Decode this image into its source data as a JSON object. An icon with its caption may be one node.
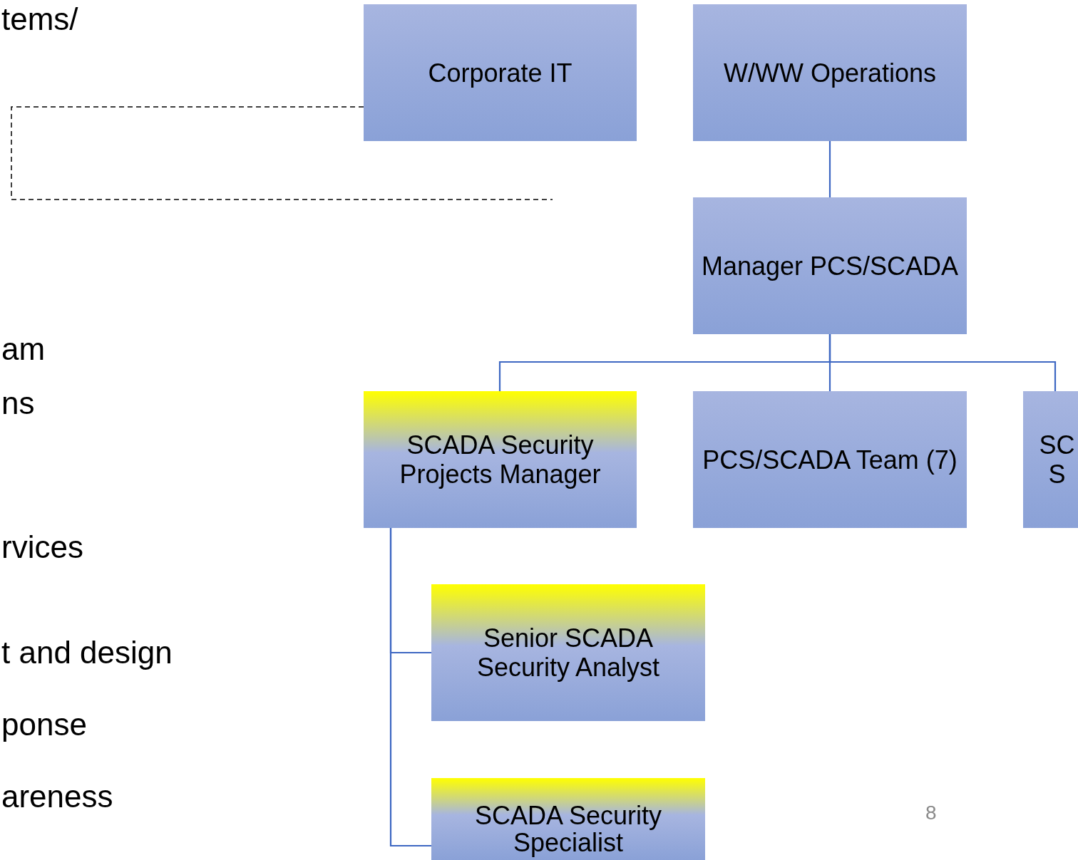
{
  "diagram": {
    "nodes": [
      {
        "text": [
          "Corporate IT"
        ]
      },
      {
        "text": [
          "W/WW Operations"
        ]
      },
      {
        "text": [
          "Manager PCS/SCADA"
        ]
      },
      {
        "text": [
          "SCADA Security Projects Manager"
        ]
      },
      {
        "text": [
          "PCS/SCADA Team (7)"
        ]
      },
      {
        "text": [
          "SC S"
        ]
      },
      {
        "text": [
          "Senior SCADA Security Analyst"
        ]
      },
      {
        "text": [
          "SCADA Security Specialist"
        ]
      }
    ],
    "edges": [
      {
        "from": 0,
        "to": null,
        "arrow": "none",
        "style": "dashed",
        "color": "#000000"
      },
      {
        "from": 1,
        "to": 2,
        "arrow": "none"
      },
      {
        "from": 2,
        "to": 3,
        "arrow": "none"
      },
      {
        "from": 2,
        "to": 4,
        "arrow": "none"
      },
      {
        "from": 2,
        "to": 5,
        "arrow": "none"
      },
      {
        "from": 3,
        "to": 6,
        "arrow": "none"
      },
      {
        "from": 3,
        "to": 7,
        "arrow": "none"
      }
    ],
    "labels": [
      "tems/",
      "am",
      "ns",
      "rvices",
      "t and design",
      "ponse",
      "areness",
      "8"
    ]
  }
}
